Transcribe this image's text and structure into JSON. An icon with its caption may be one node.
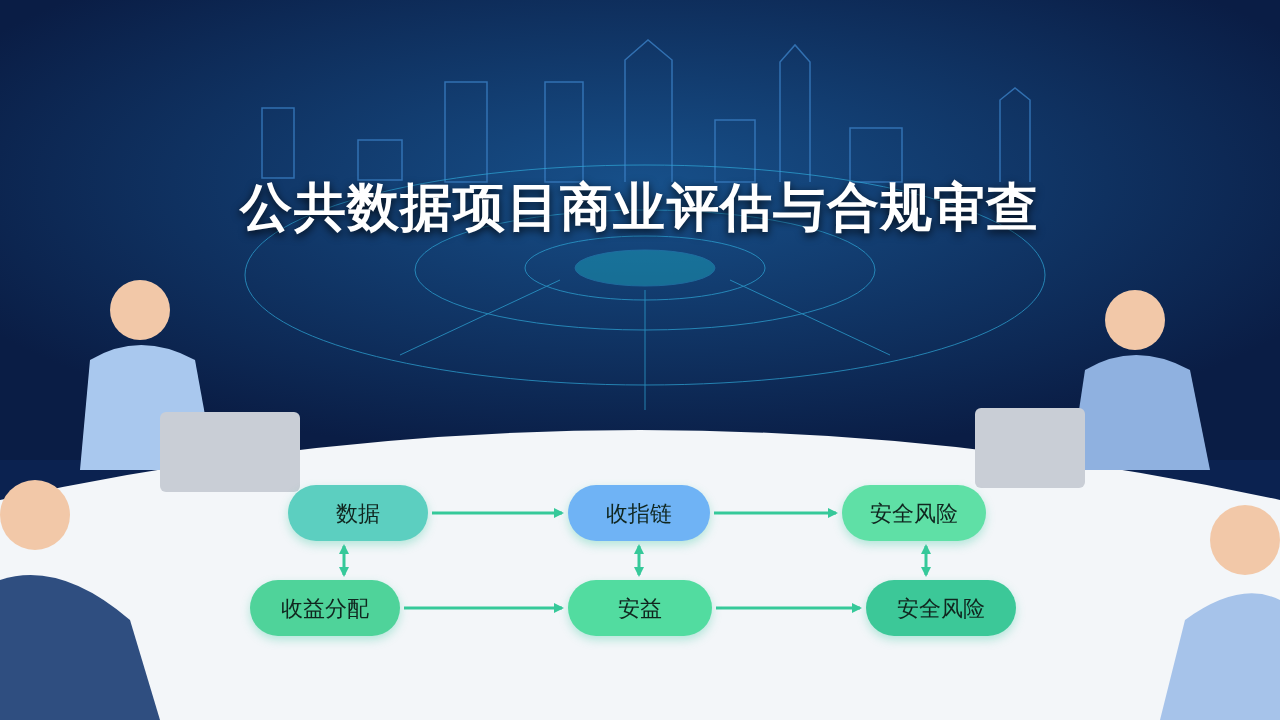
{
  "diagram": {
    "title": "公共数据项目商业评估与合规审查",
    "nodes": [
      {
        "text": [
          "数据"
        ]
      },
      {
        "text": [
          "收指链"
        ]
      },
      {
        "text": [
          "安全风险"
        ]
      },
      {
        "text": [
          "收益分配"
        ]
      },
      {
        "text": [
          "安益"
        ]
      },
      {
        "text": [
          "安全风险"
        ]
      }
    ],
    "edges": [
      {
        "from": 0,
        "to": 1,
        "arrow": "to"
      },
      {
        "from": 1,
        "to": 2,
        "arrow": "to"
      },
      {
        "from": 3,
        "to": 4,
        "arrow": "to"
      },
      {
        "from": 4,
        "to": 5,
        "arrow": "to"
      },
      {
        "from": 0,
        "to": 3,
        "arrow": "both"
      },
      {
        "from": 1,
        "to": 4,
        "arrow": "both"
      },
      {
        "from": 2,
        "to": 5,
        "arrow": "both"
      }
    ]
  }
}
